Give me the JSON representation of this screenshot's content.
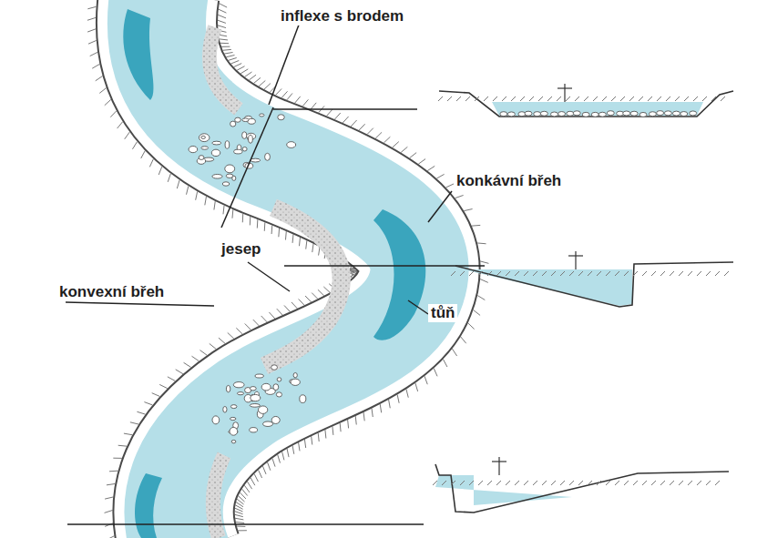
{
  "diagram": {
    "labels": [
      "inflexe s brodem",
      "konkávní břeh",
      "jesep",
      "konvexní břeh",
      "tůň"
    ]
  }
}
